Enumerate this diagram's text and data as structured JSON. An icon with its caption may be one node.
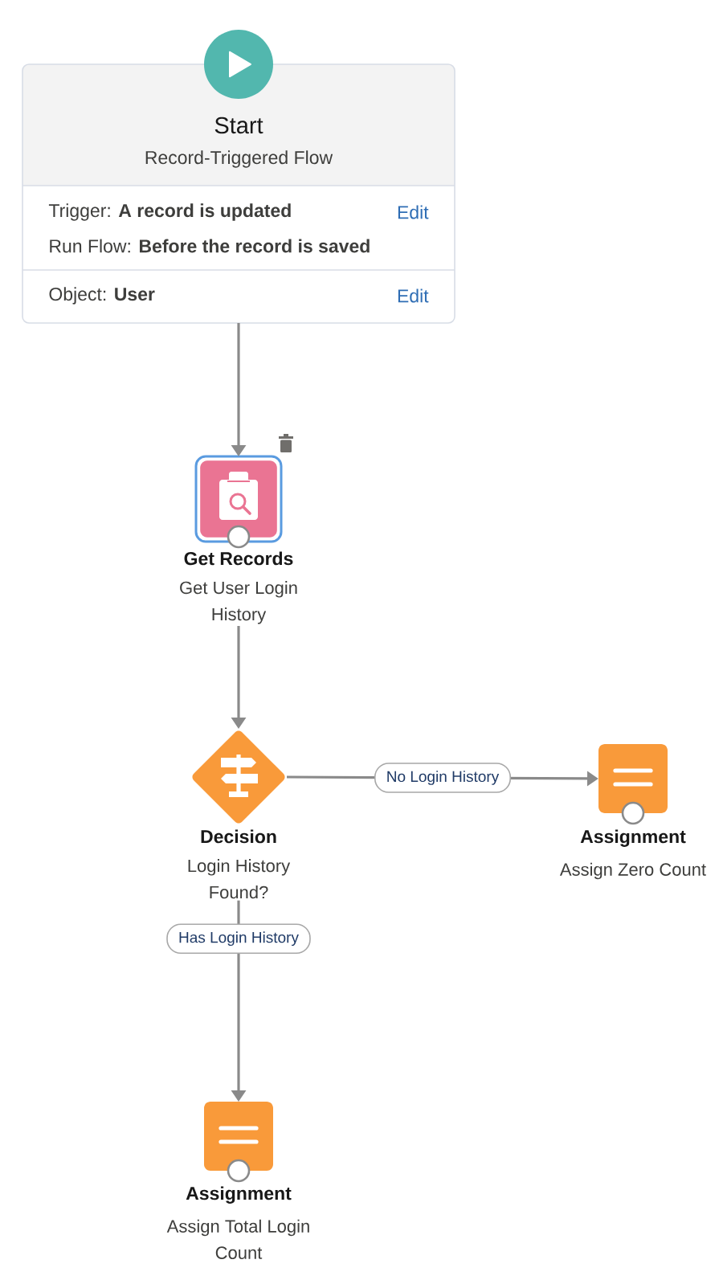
{
  "diagram": {
    "nodes": [
      {
        "text": [
          "Start",
          "Record-Triggered Flow",
          "Trigger: **A record is updated**",
          "Edit",
          "Run Flow: **Before the record is saved**",
          "Object: **User**",
          "Edit"
        ]
      },
      {
        "text": [
          "Get Records",
          "Get User Login History"
        ]
      },
      {
        "text": [
          "Decision",
          "Login History Found?"
        ]
      },
      {
        "text": [
          "Assignment",
          "Assign Zero Count"
        ]
      },
      {
        "text": [
          "Assignment",
          "Assign Total Login Count"
        ]
      }
    ],
    "edges": [
      {
        "from": 0,
        "to": 1,
        "arrow": "to"
      },
      {
        "from": 1,
        "to": 2,
        "arrow": "to"
      },
      {
        "from": 2,
        "to": 3,
        "arrow": "to",
        "label": "No Login History"
      },
      {
        "from": 2,
        "to": 4,
        "arrow": "to",
        "label": "Has Login History"
      }
    ]
  }
}
